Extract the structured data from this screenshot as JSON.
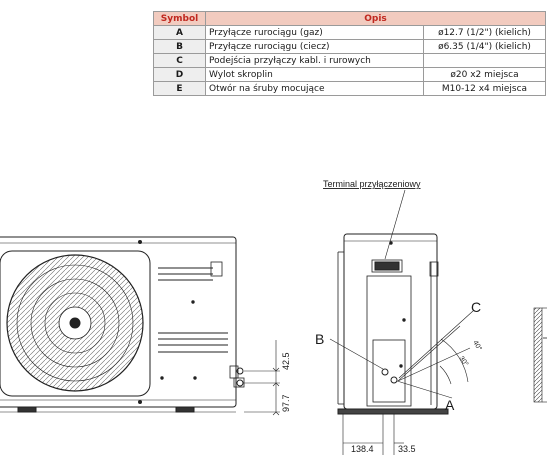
{
  "table": {
    "headers": [
      "Symbol",
      "Opis"
    ],
    "rows": [
      {
        "symbol": "A",
        "description": "Przyłącze rurociągu (gaz)",
        "value": "ø12.7 (1/2\") (kielich)"
      },
      {
        "symbol": "B",
        "description": "Przyłącze rurociągu (ciecz)",
        "value": "ø6.35 (1/4\") (kielich)"
      },
      {
        "symbol": "C",
        "description": "Podejścia przyłączy kabl. i rurowych",
        "value": ""
      },
      {
        "symbol": "D",
        "description": "Wylot skroplin",
        "value": "ø20 x2 miejsca"
      },
      {
        "symbol": "E",
        "description": "Otwór na śruby mocujące",
        "value": "M10-12 x4 miejsca"
      }
    ]
  },
  "drawing": {
    "terminal_label": "Terminal przyłączeniowy",
    "callouts": {
      "a": "A",
      "b": "B",
      "c": "C"
    },
    "angles": {
      "upper": "40°",
      "lower": "30°"
    },
    "dimensions": {
      "top": "42.5",
      "bottom": "97.7",
      "left": "138.4",
      "right": "33.5"
    }
  }
}
